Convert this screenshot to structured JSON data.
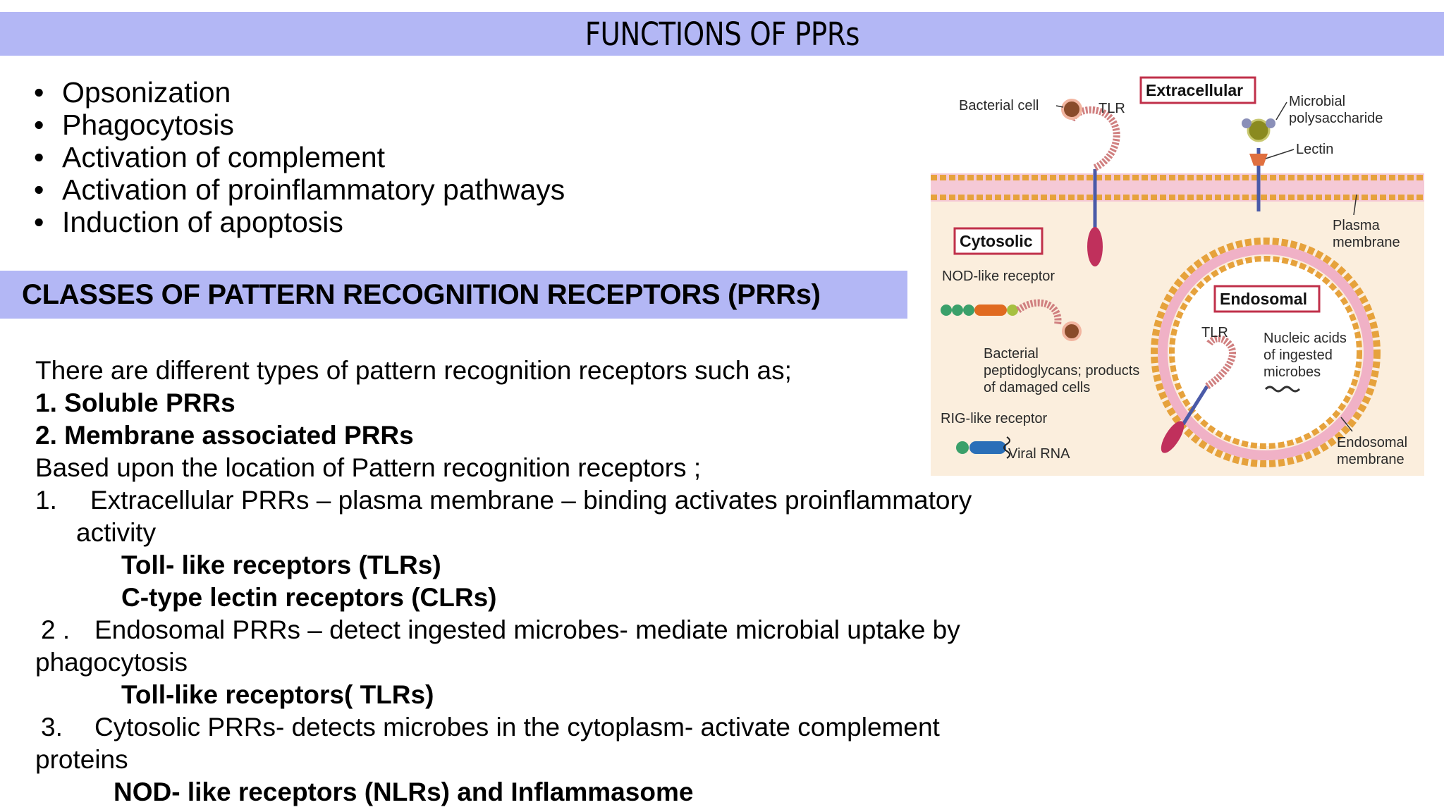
{
  "title": "FUNCTIONS OF PPRs",
  "functions": [
    "Opsonization",
    "Phagocytosis",
    "Activation of complement",
    "Activation of proinflammatory pathways",
    "Induction of apoptosis"
  ],
  "bullet_char": "•",
  "section_heading": "CLASSES OF PATTERN RECOGNITION RECEPTORS (PRRs)",
  "body": {
    "intro": "There are different types of pattern recognition receptors such as;",
    "type1": "1.  Soluble PRRs",
    "type2": "2.  Membrane associated PRRs",
    "location_intro": "Based upon the location of Pattern recognition receptors ;",
    "extra_num": "1.",
    "extra_line1": "Extracellular PRRs – plasma membrane – binding activates proinflammatory",
    "extra_line2": "activity",
    "extra_r1": "Toll- like receptors (TLRs)",
    "extra_r2": "C-type lectin receptors (CLRs)",
    "endo_num": "2 .",
    "endo_line1": "Endosomal PRRs – detect ingested microbes- mediate microbial uptake by",
    "endo_line2": "phagocytosis",
    "endo_r1": "Toll-like receptors( TLRs)",
    "cyto_num": "3.",
    "cyto_line1": "Cytosolic PRRs- detects microbes in the cytoplasm- activate complement",
    "cyto_line2": "proteins",
    "cyto_r1": "NOD- like receptors (NLRs) and Inflammasome"
  },
  "diagram": {
    "box_extracellular": "Extracellular",
    "box_cytosolic": "Cytosolic",
    "box_endosomal": "Endosomal",
    "bacterial_cell": "Bacterial cell",
    "tlr_top": "TLR",
    "microbial_1": "Microbial",
    "microbial_2": "polysaccharide",
    "lectin": "Lectin",
    "plasma_1": "Plasma",
    "plasma_2": "membrane",
    "nod": "NOD-like receptor",
    "bact_1": "Bacterial",
    "bact_2": "peptidoglycans; products",
    "bact_3": "of damaged cells",
    "tlr_endo": "TLR",
    "nucleic_1": "Nucleic acids",
    "nucleic_2": "of ingested",
    "nucleic_3": "microbes",
    "rig": "RIG-like receptor",
    "viral": "Viral RNA",
    "endo_mem_1": "Endosomal",
    "endo_mem_2": "membrane"
  },
  "colors": {
    "header_band": "#b3b7f5",
    "diagram_bg": "#fbeedd",
    "membrane": "#e8a8c0",
    "label_box_border": "#c0304a"
  }
}
